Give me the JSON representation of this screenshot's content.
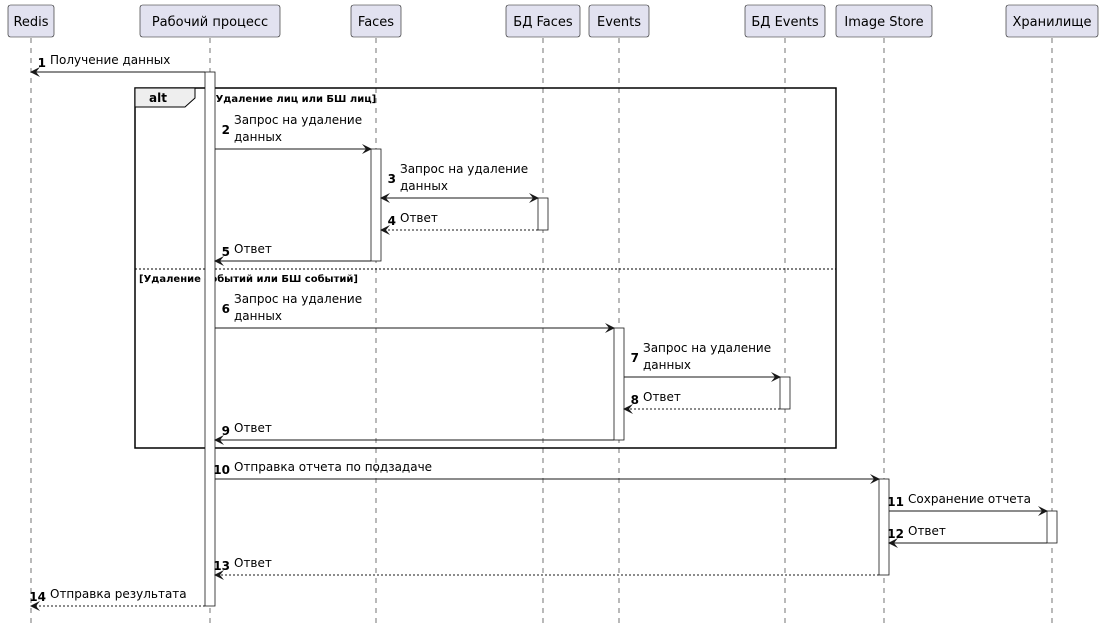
{
  "participants": [
    {
      "id": "redis",
      "label": "Redis"
    },
    {
      "id": "worker",
      "label": "Рабочий процесс"
    },
    {
      "id": "faces",
      "label": "Faces"
    },
    {
      "id": "db-faces",
      "label": "БД Faces"
    },
    {
      "id": "events",
      "label": "Events"
    },
    {
      "id": "db-events",
      "label": "БД Events"
    },
    {
      "id": "image-store",
      "label": "Image Store"
    },
    {
      "id": "storage",
      "label": "Хранилище"
    }
  ],
  "fragment": {
    "keyword": "alt",
    "guards": [
      "[Удаление лиц или БШ лиц]",
      "[Удаление событий или БШ событий]"
    ]
  },
  "messages": [
    {
      "num": "1",
      "from": "worker",
      "to": "redis",
      "text": [
        "Получение данных"
      ],
      "style": "solid"
    },
    {
      "num": "2",
      "from": "worker",
      "to": "faces",
      "text": [
        "Запрос на удаление",
        "данных"
      ],
      "style": "solid"
    },
    {
      "num": "3",
      "from": "faces",
      "to": "db-faces",
      "text": [
        "Запрос на удаление",
        "данных"
      ],
      "style": "solid",
      "bidirectional": true
    },
    {
      "num": "4",
      "from": "db-faces",
      "to": "faces",
      "text": [
        "Ответ"
      ],
      "style": "dashed"
    },
    {
      "num": "5",
      "from": "faces",
      "to": "worker",
      "text": [
        "Ответ"
      ],
      "style": "solid"
    },
    {
      "num": "6",
      "from": "worker",
      "to": "events",
      "text": [
        "Запрос на удаление",
        "данных"
      ],
      "style": "solid"
    },
    {
      "num": "7",
      "from": "events",
      "to": "db-events",
      "text": [
        "Запрос на удаление",
        "данных"
      ],
      "style": "solid"
    },
    {
      "num": "8",
      "from": "db-events",
      "to": "events",
      "text": [
        "Ответ"
      ],
      "style": "dashed"
    },
    {
      "num": "9",
      "from": "events",
      "to": "worker",
      "text": [
        "Ответ"
      ],
      "style": "solid"
    },
    {
      "num": "10",
      "from": "worker",
      "to": "image-store",
      "text": [
        "Отправка отчета по подзадаче"
      ],
      "style": "solid"
    },
    {
      "num": "11",
      "from": "image-store",
      "to": "storage",
      "text": [
        "Сохранение отчета"
      ],
      "style": "solid"
    },
    {
      "num": "12",
      "from": "storage",
      "to": "image-store",
      "text": [
        "Ответ"
      ],
      "style": "solid"
    },
    {
      "num": "13",
      "from": "image-store",
      "to": "worker",
      "text": [
        "Ответ"
      ],
      "style": "dashed"
    },
    {
      "num": "14",
      "from": "worker",
      "to": "redis",
      "text": [
        "Отправка результата"
      ],
      "style": "dashed"
    }
  ],
  "colors": {
    "participant_fill": "#E2E2F0",
    "participant_border": "#181818",
    "lifeline": "#181818",
    "activation_fill": "#FFFFFF",
    "arrow": "#181818",
    "fragment_header_fill": "#EEEEEE"
  }
}
